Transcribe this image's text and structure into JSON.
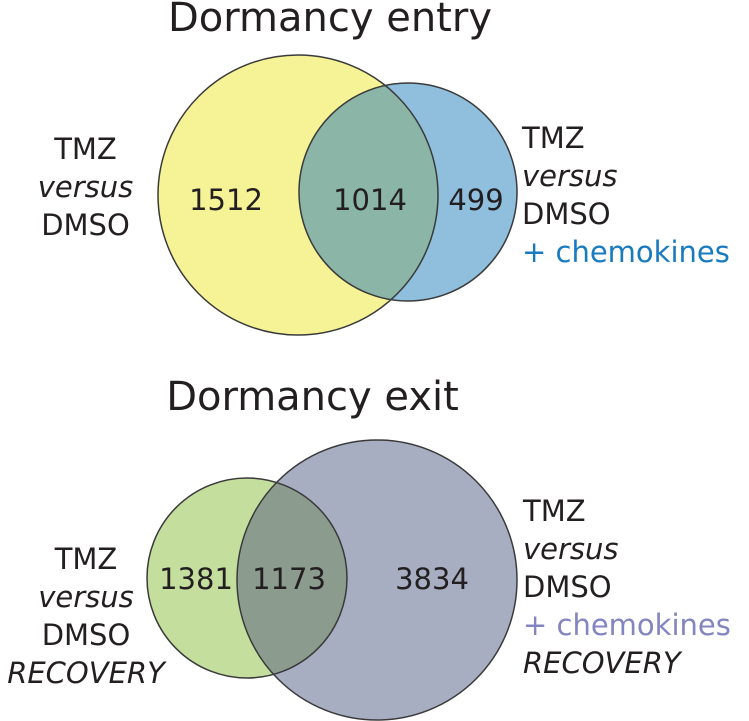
{
  "panels": [
    {
      "title": "Dormancy entry",
      "left_label": [
        "TMZ",
        "versus",
        "DMSO"
      ],
      "right_label": [
        "TMZ",
        "versus",
        "DMSO",
        "+ chemokines"
      ],
      "venn": {
        "left_count": "1512",
        "overlap_count": "1014",
        "right_count": "499"
      },
      "colors": {
        "left_fill": "#f6f296",
        "right_fill": "#90bedd",
        "overlap_fill": "#8ab5a7",
        "chemokines_text": "#187bc0"
      }
    },
    {
      "title": "Dormancy exit",
      "left_label": [
        "TMZ",
        "versus",
        "DMSO",
        "RECOVERY"
      ],
      "right_label": [
        "TMZ",
        "versus",
        "DMSO",
        "+ chemokines",
        "RECOVERY"
      ],
      "venn": {
        "left_count": "1381",
        "overlap_count": "1173",
        "right_count": "3834"
      },
      "colors": {
        "left_fill": "#c4df9d",
        "right_fill": "#a8aec2",
        "overlap_fill": "#8b9c8f",
        "chemokines_text": "#8285bf"
      }
    }
  ],
  "chart_data": [
    {
      "type": "venn",
      "title": "Dormancy entry",
      "sets": [
        "TMZ versus DMSO",
        "TMZ versus DMSO + chemokines"
      ],
      "left_only": 1512,
      "overlap": 1014,
      "right_only": 499
    },
    {
      "type": "venn",
      "title": "Dormancy exit",
      "sets": [
        "TMZ versus DMSO RECOVERY",
        "TMZ versus DMSO + chemokines RECOVERY"
      ],
      "left_only": 1381,
      "overlap": 1173,
      "right_only": 3834
    }
  ],
  "text_color": "#231f20"
}
